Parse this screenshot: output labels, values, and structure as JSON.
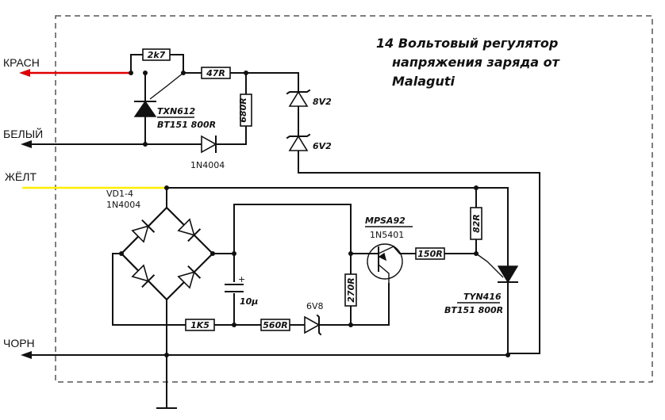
{
  "title": {
    "line1": "14 Вольтовый регулятор",
    "line2": "напряжения заряда от",
    "line3": "Malaguti"
  },
  "wires": {
    "red": "КРАСН",
    "white": "БЕЛЫЙ",
    "yellow": "ЖЁЛТ",
    "black": "ЧОРН"
  },
  "colors": {
    "red_wire": "#e00000",
    "yellow_wire": "#ffee00"
  },
  "parts": {
    "r_2k7": "2k7",
    "r_47": "47R",
    "r_680": "680R",
    "thyristor1_a": "TXN612",
    "thyristor1_b": "BT151 800R",
    "diode_1n4004": "1N4004",
    "zener_8v2": "8V2",
    "zener_6v2": "6V2",
    "bridge_a": "VD1-4",
    "bridge_b": "1N4004",
    "cap": "10μ",
    "transistor_a": "MPSA92",
    "transistor_b": "1N5401",
    "r_82": "82R",
    "r_150": "150R",
    "r_270": "270R",
    "zener_6v8": "6V8",
    "r_1k5": "1K5",
    "r_560": "560R",
    "thyristor2_a": "TYN416",
    "thyristor2_b": "BT151 800R",
    "cap_plus": "+"
  }
}
